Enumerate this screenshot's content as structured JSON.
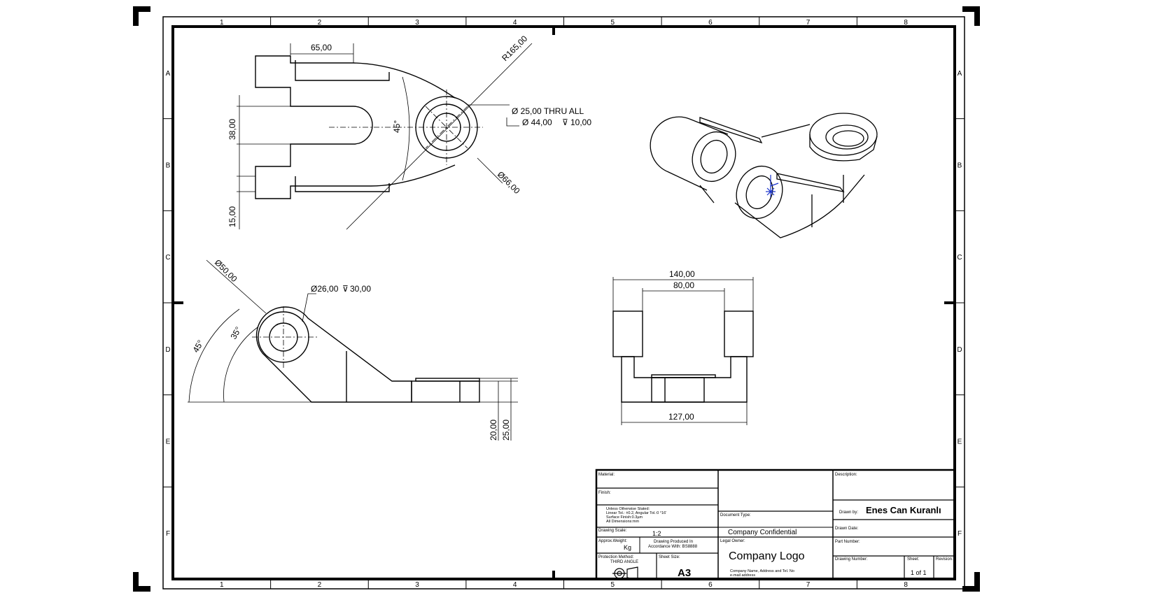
{
  "zones": {
    "columns": [
      "1",
      "2",
      "3",
      "4",
      "5",
      "6",
      "7",
      "8"
    ],
    "rows": [
      "A",
      "B",
      "C",
      "D",
      "E",
      "F"
    ]
  },
  "front_view": {
    "dim_width": "65,00",
    "dim_radius": "R165,00",
    "dim_hole": "Ø 25,00 THRU ALL",
    "dim_cbore_dia": "Ø 44,00",
    "dim_cbore_depth": "10,00",
    "dim_slot": "38,00",
    "dim_angle": "45°",
    "dim_boss": "Ø66,00",
    "dim_tab": "15,00"
  },
  "side_view": {
    "dim_boss": "Ø50,00",
    "dim_hole": "Ø26,00",
    "dim_hole_depth": "30,00",
    "dim_angle_outer": "45°",
    "dim_angle_inner": "35°",
    "dim_h1": "20,00",
    "dim_h2": "25,00"
  },
  "end_view": {
    "dim_overall": "140,00",
    "dim_inner": "80,00",
    "dim_base": "127,00"
  },
  "title_block": {
    "material_label": "Material:",
    "finish_label": "Finish:",
    "tolerance_note_1": "Unless Otherwise Stated:",
    "tolerance_note_2": "Linear Tol.: ±0.2, Angular Tol.:0 °16'",
    "tolerance_note_3": "Surface Finish:0.3µm",
    "tolerance_note_4": "All Dimensions:mm",
    "scale_label": "Drawing Scale:",
    "scale_value": "1:2",
    "weight_label": "Approx.Weight:",
    "weight_unit": "Kg",
    "produced_label": "Drawing Produced In",
    "produced_value": "Accordance With: BS8888",
    "projection_label": "Protection Method:",
    "projection_value": "THIRD ANGLE",
    "sheet_size_label": "Sheet Size:",
    "sheet_size_value": "A3",
    "doc_type_label": "Document Type:",
    "confidential": "Company Confidential",
    "legal_owner_label": "Legal Owner:",
    "company_logo": "Company Logo",
    "company_address_1": "Company Name, Address and Tel. No",
    "company_address_2": "e-mail address",
    "description_label": "Description:",
    "drawn_by_label": "Drawn by:",
    "drawn_by_value": "Enes Can Kuranlı",
    "drawn_date_label": "Drawn Date:",
    "part_number_label": "Part Number:",
    "drawing_number_label": "Drawing Number:",
    "sheet_label": "Sheet:",
    "sheet_value": "1 of 1",
    "revision_label": "Revision:"
  }
}
